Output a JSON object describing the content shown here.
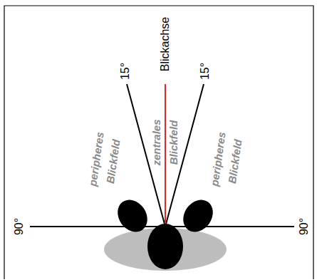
{
  "diagram": {
    "labels": [
      "Blickachse",
      "15°",
      "15°",
      "peripheres Blickfeld",
      "zentrales Blickfeld",
      "peripheres Blickfeld",
      "90°",
      "90°"
    ]
  }
}
